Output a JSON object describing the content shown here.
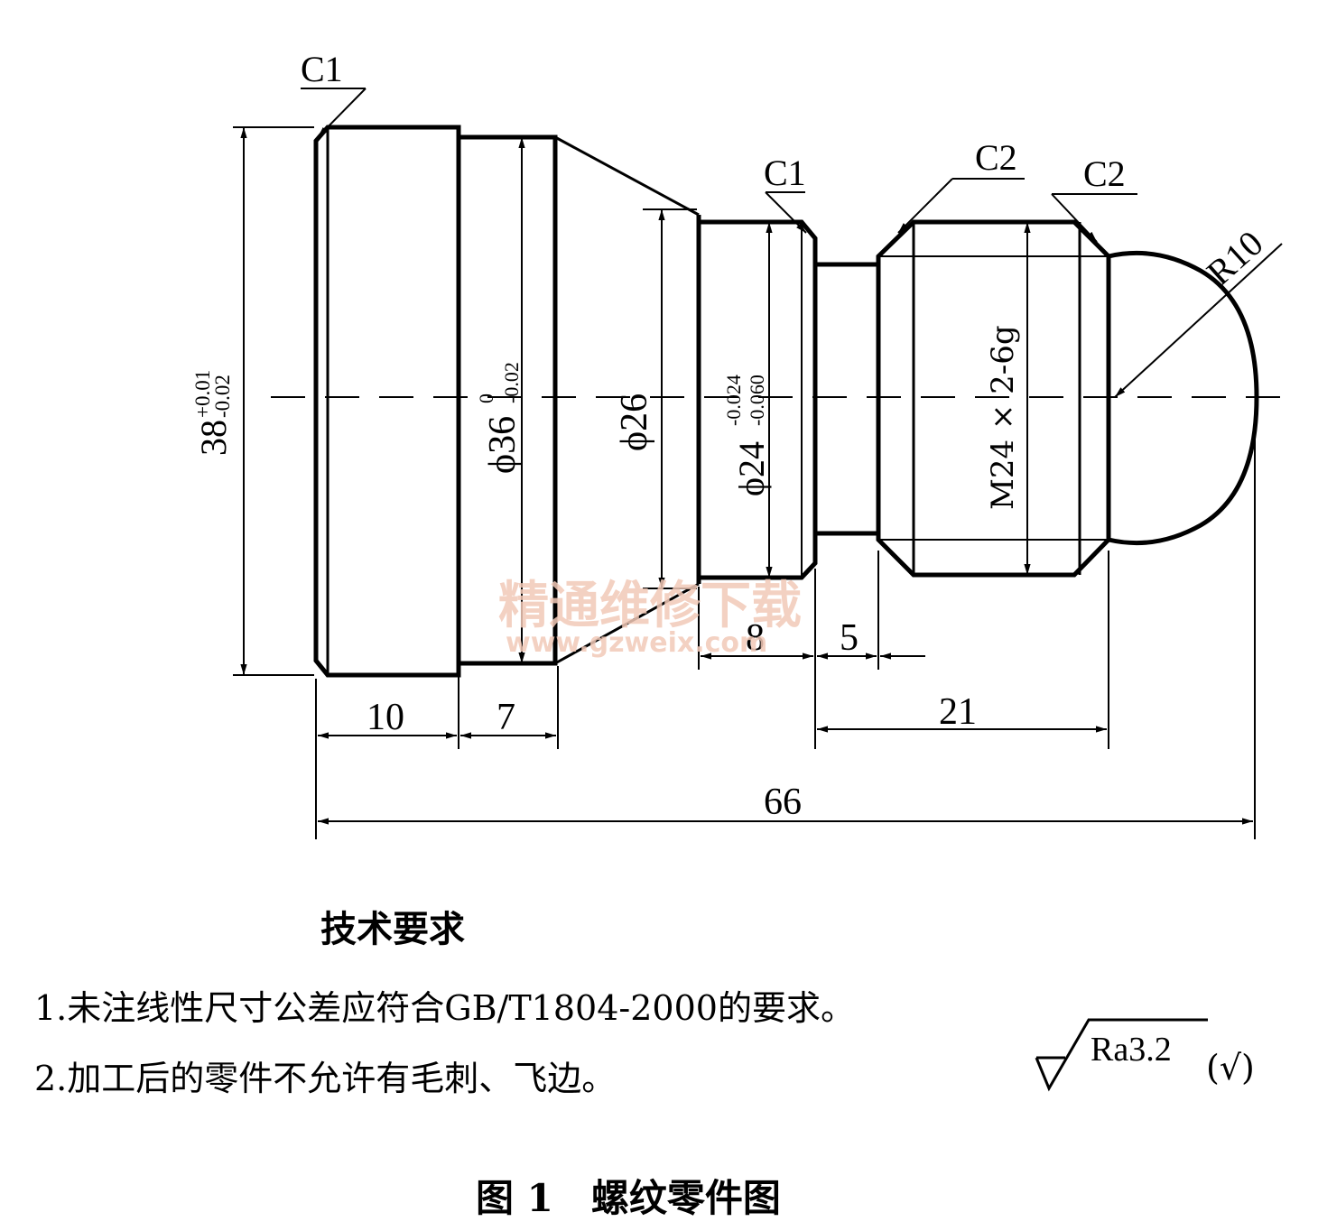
{
  "drawing": {
    "chamfers": {
      "left": "C1",
      "mid": "C1",
      "thread_left": "C2",
      "thread_right": "C2"
    },
    "radius": "R10",
    "diameters": {
      "d38": {
        "base": "38",
        "upper": "+0.01",
        "lower": "-0.02"
      },
      "d36": {
        "base": "ϕ36",
        "upper": "0",
        "lower": "-0.02"
      },
      "d26": "ϕ26",
      "d24": {
        "base": "ϕ24",
        "upper": "-0.024",
        "lower": "-0.060"
      },
      "thread": "M24 × 2-6g"
    },
    "lengths": {
      "l10": "10",
      "l7": "7",
      "l8": "8",
      "l5": "5",
      "l21": "21",
      "l66": "66"
    }
  },
  "watermark": {
    "cn": "精通维修下载",
    "url": "www.gzweix.com"
  },
  "requirements": {
    "heading": "技术要求",
    "items": [
      "1.未注线性尺寸公差应符合GB/T1804-2000的要求。",
      "2.加工后的零件不允许有毛刺、飞边。"
    ],
    "roughness": "Ra3.2",
    "roughness_suffix": "(√)"
  },
  "caption": "图 1　螺纹零件图"
}
